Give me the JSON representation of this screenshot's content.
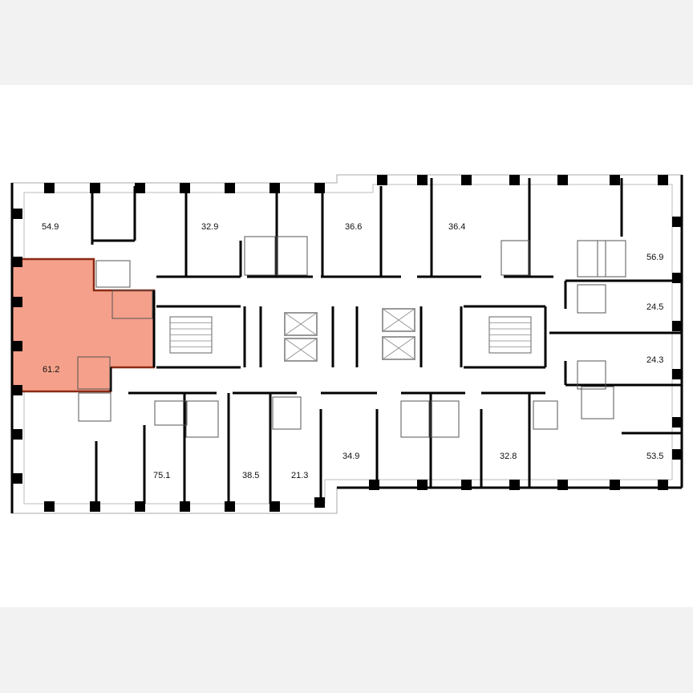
{
  "floor_plan": {
    "highlight_color": "#f5a08a",
    "highlight_border": "#8b2a14",
    "wall_color": "#000000",
    "selected_apartment": "61.2",
    "apartments": [
      {
        "area": "54.9"
      },
      {
        "area": "32.9"
      },
      {
        "area": "36.6"
      },
      {
        "area": "36.4"
      },
      {
        "area": "56.9"
      },
      {
        "area": "24.5"
      },
      {
        "area": "24.3"
      },
      {
        "area": "61.2"
      },
      {
        "area": "75.1"
      },
      {
        "area": "38.5"
      },
      {
        "area": "21.3"
      },
      {
        "area": "34.9"
      },
      {
        "area": "32.8"
      },
      {
        "area": "53.5"
      }
    ]
  }
}
